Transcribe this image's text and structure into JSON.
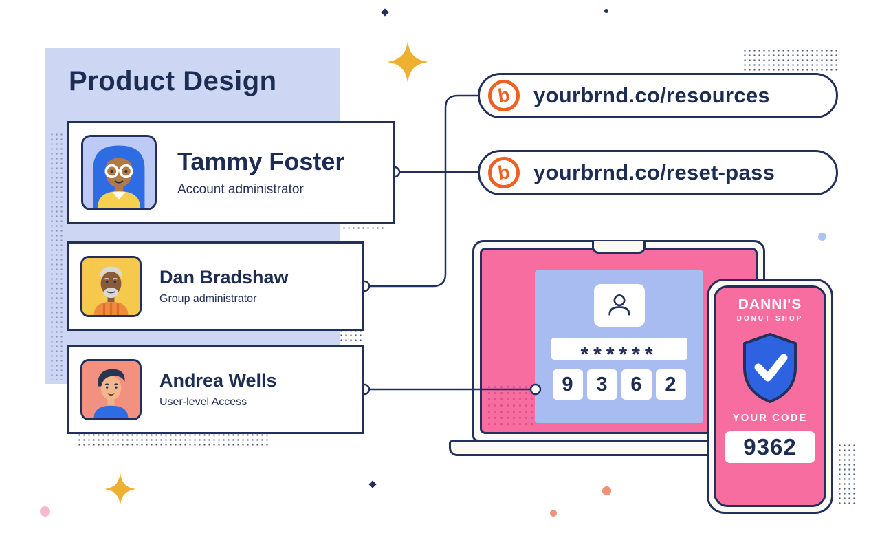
{
  "colors": {
    "navy": "#22305a",
    "lavender": "#cdd7f4",
    "pink_screen": "#f76d9f",
    "periwinkle": "#a9bcf1",
    "bitly_orange": "#ee6123",
    "gold_star": "#eeb02f",
    "shield_blue": "#2d63e0"
  },
  "team_panel": {
    "title": "Product Design",
    "members": [
      {
        "name": "Tammy Foster",
        "role": "Account administrator"
      },
      {
        "name": "Dan Bradshaw",
        "role": "Group administrator"
      },
      {
        "name": "Andrea Wells",
        "role": "User-level Access"
      }
    ]
  },
  "short_links": [
    {
      "url": "yourbrnd.co/resources",
      "glyph": "b"
    },
    {
      "url": "yourbrnd.co/reset-pass",
      "glyph": "b"
    }
  ],
  "laptop_screen": {
    "password_mask": "******",
    "code_digits": [
      "9",
      "3",
      "6",
      "2"
    ]
  },
  "phone_screen": {
    "shop_name_line1": "DANNI'S",
    "shop_name_line2": "DONUT SHOP",
    "code_label": "YOUR CODE",
    "code": "9362"
  }
}
